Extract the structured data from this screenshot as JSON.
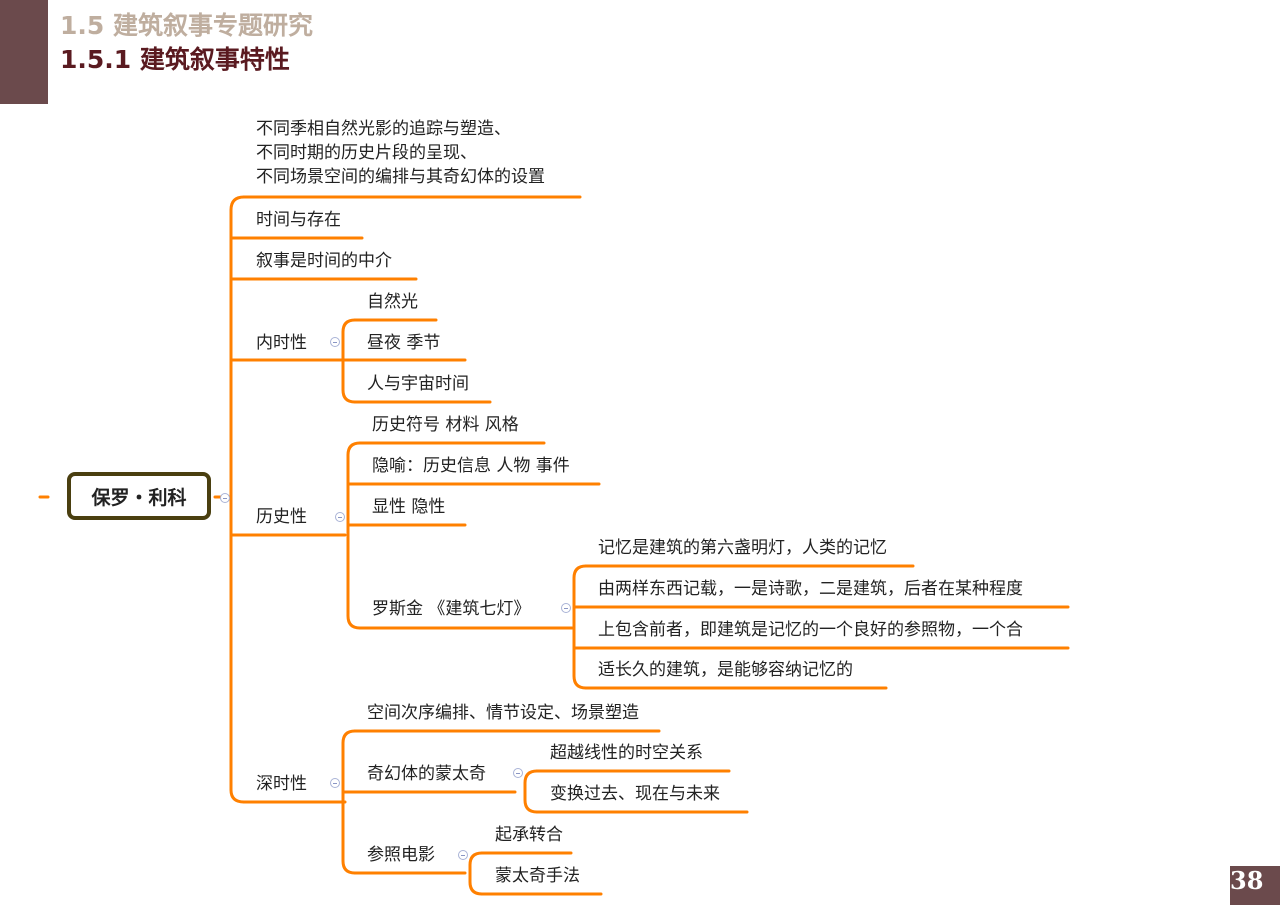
{
  "header": {
    "section_title": "1.5 建筑叙事专题研究",
    "subsection_title": "1.5.1 建筑叙事特性"
  },
  "colors": {
    "accent_block": "#6b4a4c",
    "branch_line": "#ff8000",
    "root_border": "#4a3f10",
    "title_light": "#bfae9f",
    "title_dark": "#5a1a20"
  },
  "mindmap": {
    "root": "保罗・利科",
    "branches": [
      {
        "label_lines": [
          "不同季相自然光影的追踪与塑造、",
          "不同时期的历史片段的呈现、",
          "不同场景空间的编排与其奇幻体的设置"
        ]
      },
      {
        "label": "时间与存在"
      },
      {
        "label": "叙事是时间的中介"
      },
      {
        "label": "内时性",
        "children": [
          {
            "label": "自然光"
          },
          {
            "label": "昼夜 季节"
          },
          {
            "label": "人与宇宙时间"
          }
        ]
      },
      {
        "label": "历史性",
        "children": [
          {
            "label": "历史符号 材料 风格"
          },
          {
            "label": "隐喻：历史信息 人物 事件"
          },
          {
            "label": "显性 隐性"
          },
          {
            "label": "罗斯金 《建筑七灯》",
            "children": [
              {
                "label": "记忆是建筑的第六盏明灯，人类的记忆"
              },
              {
                "label": "由两样东西记载，一是诗歌，二是建筑，后者在某种程度"
              },
              {
                "label": "上包含前者，即建筑是记忆的一个良好的参照物，一个合"
              },
              {
                "label": "适长久的建筑，是能够容纳记忆的"
              }
            ]
          }
        ]
      },
      {
        "label": "深时性",
        "children": [
          {
            "label": "空间次序编排、情节设定、场景塑造"
          },
          {
            "label": "奇幻体的蒙太奇",
            "children": [
              {
                "label": "超越线性的时空关系"
              },
              {
                "label": "变换过去、现在与未来"
              }
            ]
          },
          {
            "label": "参照电影",
            "children": [
              {
                "label": "起承转合"
              },
              {
                "label": "蒙太奇手法"
              }
            ]
          }
        ]
      }
    ]
  },
  "footer": {
    "page_number": "38"
  }
}
